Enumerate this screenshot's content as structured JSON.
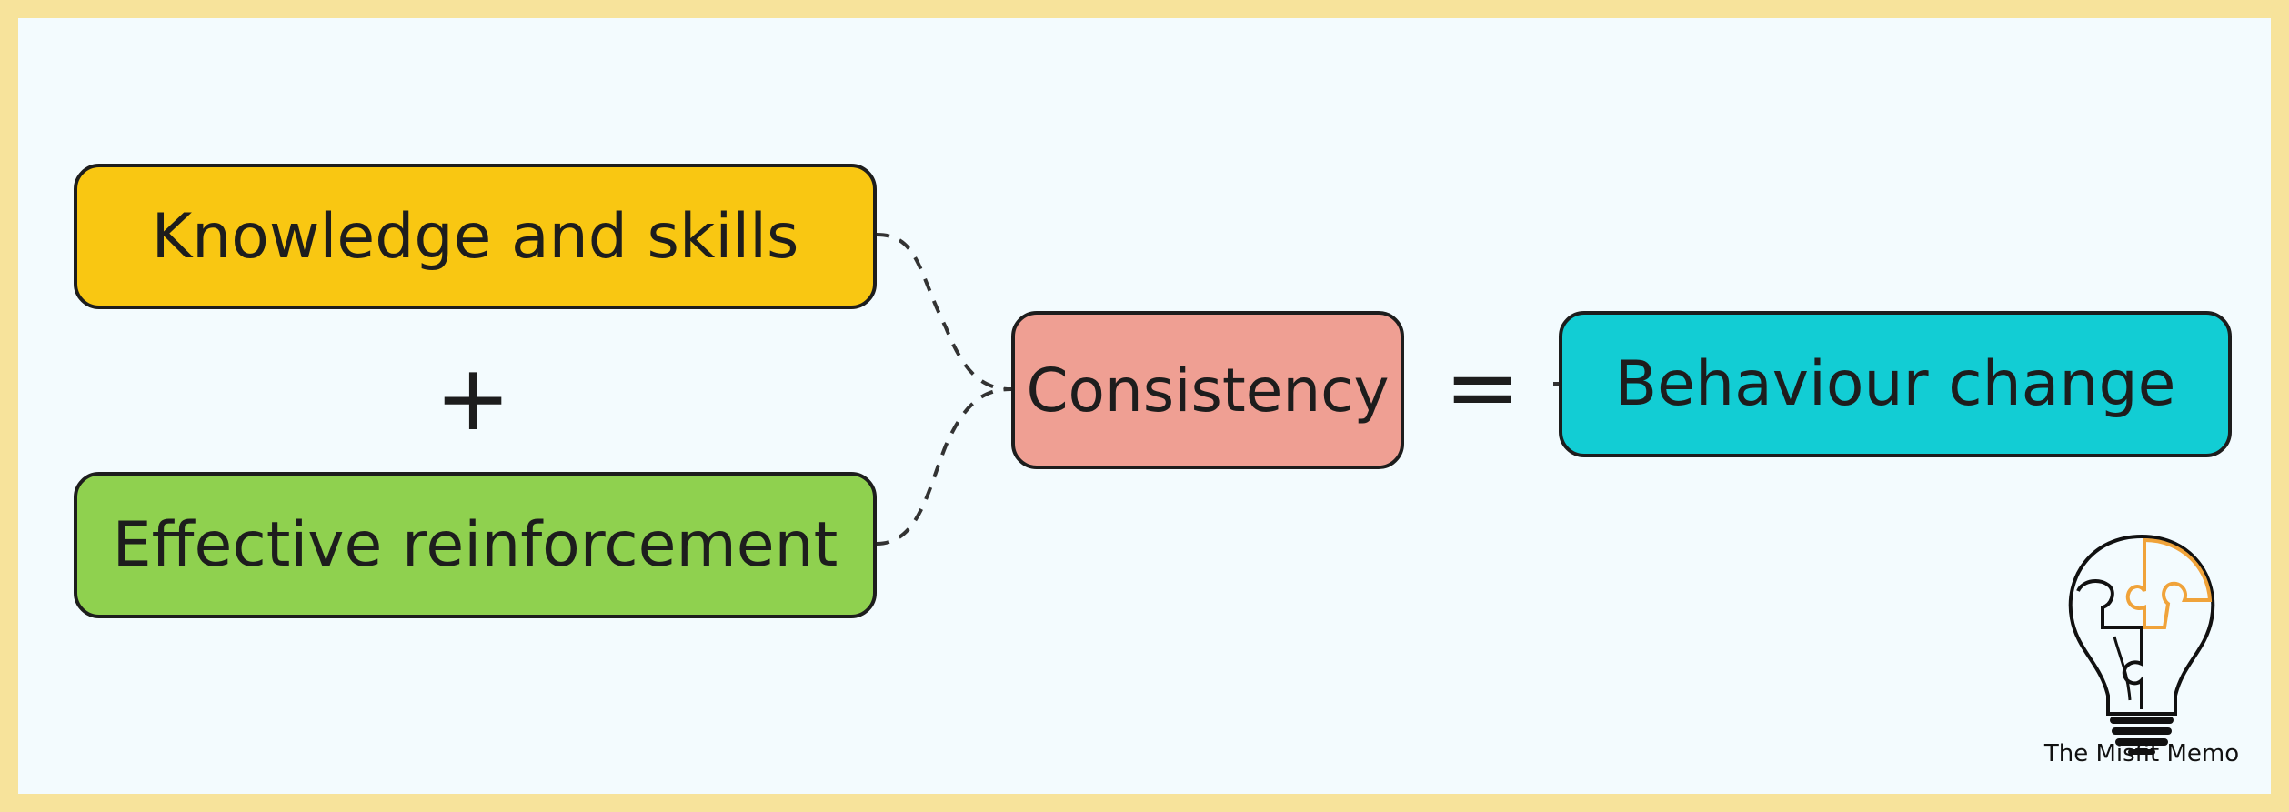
{
  "nodes": {
    "knowledge": "Knowledge and skills",
    "reinforcement": "Effective reinforcement",
    "consistency": "Consistency",
    "behaviour": "Behaviour change"
  },
  "operators": {
    "plus": "+",
    "equals": "="
  },
  "logo": {
    "text": "The Misfit Memo"
  },
  "colors": {
    "frame": "#f7e39b",
    "background": "#f3fbfe",
    "knowledge": "#f9c712",
    "reinforcement": "#8fd14f",
    "consistency": "#ef9f93",
    "behaviour": "#12cdd4",
    "logo_accent": "#f0a33a"
  }
}
